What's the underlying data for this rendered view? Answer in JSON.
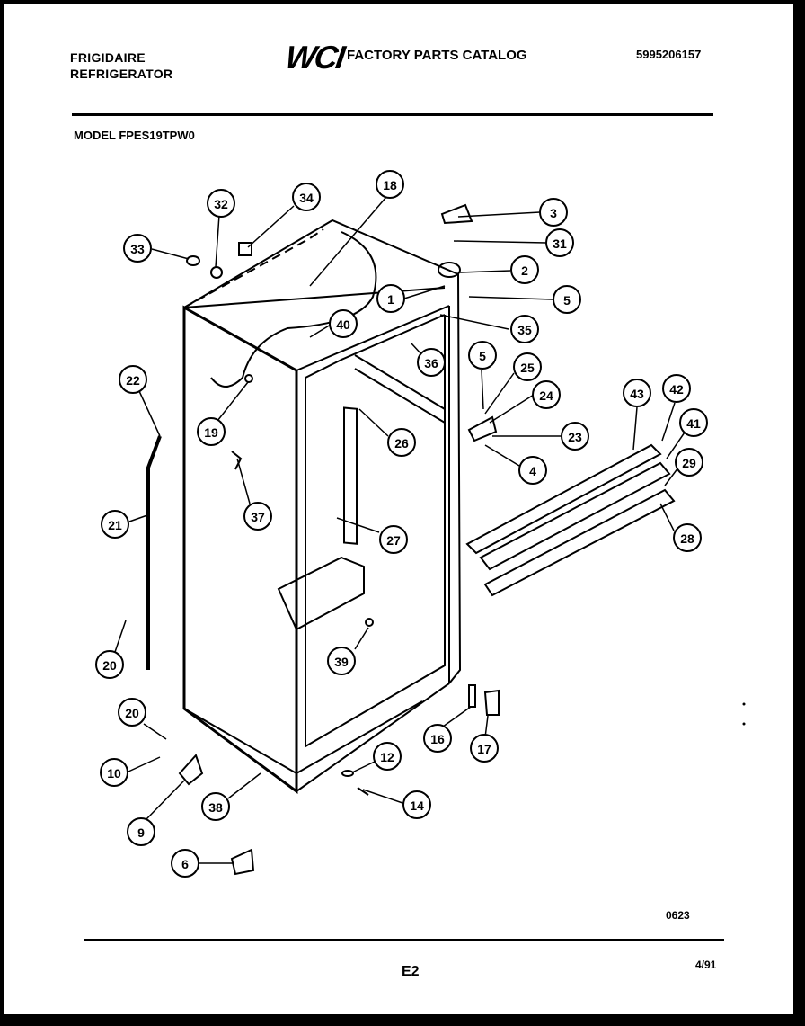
{
  "header": {
    "brand_line1": "FRIGIDAIRE",
    "brand_line2": "REFRIGERATOR",
    "logo": "WCI",
    "catalog_title": "FACTORY PARTS CATALOG",
    "part_number": "5995206157",
    "model": "MODEL FPES19TPW0"
  },
  "footer": {
    "diagram_code": "0623",
    "page_label": "E2",
    "date": "4/91"
  },
  "callouts": [
    "1",
    "2",
    "3",
    "31",
    "5",
    "35",
    "36",
    "5",
    "25",
    "24",
    "23",
    "4",
    "43",
    "42",
    "41",
    "29",
    "28",
    "18",
    "34",
    "32",
    "33",
    "40",
    "22",
    "19",
    "26",
    "37",
    "27",
    "21",
    "20",
    "39",
    "20",
    "16",
    "17",
    "10",
    "12",
    "14",
    "9",
    "38",
    "6"
  ]
}
